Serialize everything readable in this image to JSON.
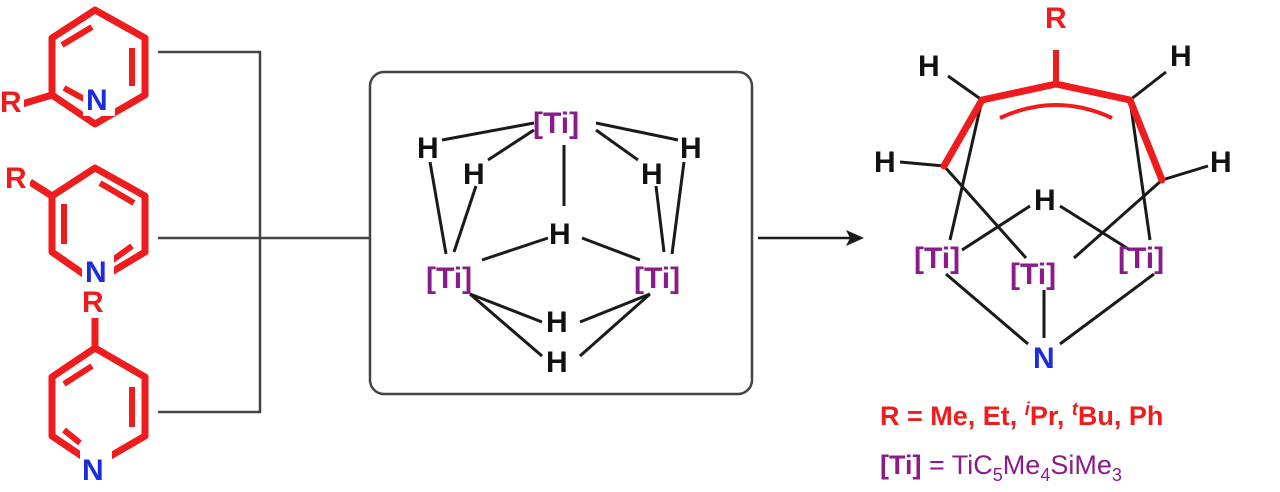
{
  "colors": {
    "ring": "#ee1c1c",
    "nitrogen": "#1a2be0",
    "titanium": "#8b1a8b",
    "bond": "#1a1a1a",
    "connector": "#444444"
  },
  "reactants": {
    "ortho": {
      "r": "R",
      "n": "N"
    },
    "meta": {
      "r": "R",
      "n": "N"
    },
    "para": {
      "r": "R",
      "n": "N"
    }
  },
  "cluster": {
    "ti_top": "[Ti]",
    "ti_left": "[Ti]",
    "ti_right": "[Ti]",
    "h_top_left": "H",
    "h_top_left_inner": "H",
    "h_top_right": "H",
    "h_top_right_inner": "H",
    "h_center": "H",
    "h_bottom_1": "H",
    "h_bottom_2": "H"
  },
  "product": {
    "r_top": "R",
    "h_top_left": "H",
    "h_top_right": "H",
    "h_mid_left": "H",
    "h_mid_right": "H",
    "h_bridge": "H",
    "ti_left": "[Ti]",
    "ti_center": "[Ti]",
    "ti_right": "[Ti]",
    "n_bottom": "N"
  },
  "legend": {
    "r_def_prefix": "R = Me, Et, ",
    "r_sup_i": "i",
    "r_pr": "Pr, ",
    "r_sup_t": "t",
    "r_bu_ph": "Bu, Ph",
    "ti_label": "[Ti]",
    "ti_def_prefix": " = TiC",
    "ti_sub_5": "5",
    "ti_def_mid": "Me",
    "ti_sub_4": "4",
    "ti_def_si": "SiMe",
    "ti_sub_3": "3"
  }
}
